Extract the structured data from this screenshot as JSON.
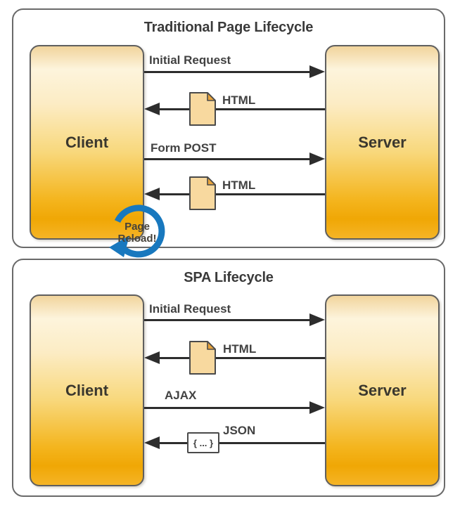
{
  "figure": {
    "colors": {
      "panel_border": "#6a6a6a",
      "node_border": "#5f5f5f",
      "node_top": "#f1d49c",
      "node_highlight": "#fdf4dc",
      "node_bottom": "#f0a705",
      "arrow": "#2d2d2d",
      "text": "#3a3a3a",
      "reload_blue": "#1878be",
      "doc_fill": "#f8d99f",
      "doc_fold": "#e9a43b"
    },
    "panels": [
      {
        "title": "Traditional Page Lifecycle",
        "client": "Client",
        "server": "Server",
        "messages": [
          {
            "label": "Initial Request",
            "direction": "client-to-server"
          },
          {
            "label": "HTML",
            "direction": "server-to-client",
            "icon": "document"
          },
          {
            "label": "Form POST",
            "direction": "client-to-server"
          },
          {
            "label": "HTML",
            "direction": "server-to-client",
            "icon": "document"
          }
        ],
        "reload_badge": {
          "line1": "Page",
          "line2": "Reload!"
        }
      },
      {
        "title": "SPA Lifecycle",
        "client": "Client",
        "server": "Server",
        "messages": [
          {
            "label": "Initial Request",
            "direction": "client-to-server"
          },
          {
            "label": "HTML",
            "direction": "server-to-client",
            "icon": "document"
          },
          {
            "label": "AJAX",
            "direction": "client-to-server"
          },
          {
            "label": "JSON",
            "direction": "server-to-client",
            "icon": "json-braces",
            "icon_text": "{ ... }"
          }
        ]
      }
    ]
  }
}
